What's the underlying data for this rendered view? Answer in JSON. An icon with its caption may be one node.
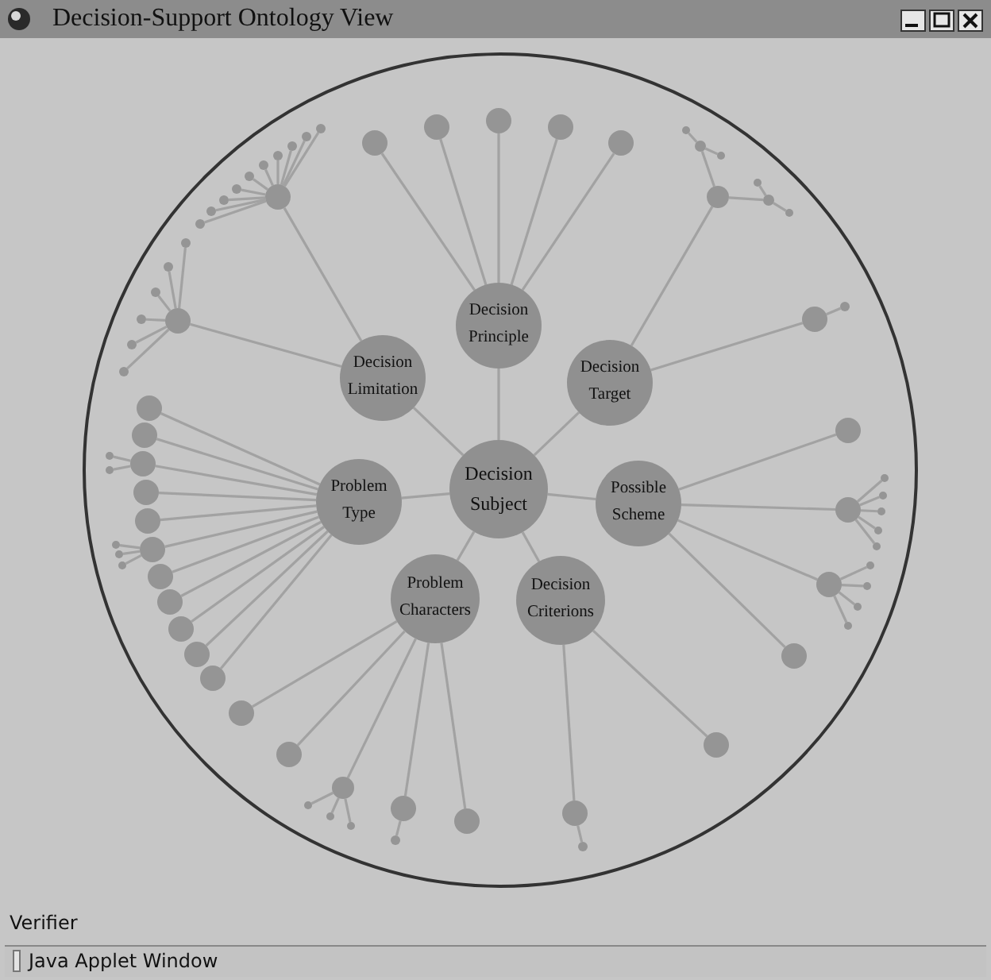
{
  "diagram": {
    "title": "Decision-Support Ontology View",
    "nodes": [
      {
        "text": [
          "Decision Subject"
        ]
      },
      {
        "text": [
          "Decision Principle"
        ]
      },
      {
        "text": [
          "Decision Limitation"
        ]
      },
      {
        "text": [
          "Decision Target"
        ]
      },
      {
        "text": [
          "Problem Type"
        ]
      },
      {
        "text": [
          "Possible Scheme"
        ]
      },
      {
        "text": [
          "Problem Characters"
        ]
      },
      {
        "text": [
          "Decision Criterions"
        ]
      },
      {
        "text": [],
        "shape": "circle"
      },
      {
        "text": [],
        "shape": "circle"
      },
      {
        "text": [],
        "shape": "circle"
      },
      {
        "text": [],
        "shape": "circle"
      },
      {
        "text": [],
        "shape": "circle"
      },
      {
        "text": [],
        "shape": "circle"
      },
      {
        "text": [],
        "shape": "circle"
      },
      {
        "text": [],
        "shape": "circle"
      },
      {
        "text": [],
        "shape": "circle"
      },
      {
        "text": [],
        "shape": "circle"
      },
      {
        "text": [],
        "shape": "circle"
      },
      {
        "text": [],
        "shape": "circle"
      },
      {
        "text": [],
        "shape": "circle"
      },
      {
        "text": [],
        "shape": "circle"
      },
      {
        "text": [],
        "shape": "circle"
      },
      {
        "text": [],
        "shape": "circle"
      },
      {
        "text": [],
        "shape": "circle"
      },
      {
        "text": [],
        "shape": "circle"
      },
      {
        "text": [],
        "shape": "circle"
      },
      {
        "text": [],
        "shape": "circle"
      },
      {
        "text": [],
        "shape": "circle"
      },
      {
        "text": [],
        "shape": "circle"
      },
      {
        "text": [],
        "shape": "circle"
      },
      {
        "text": [],
        "shape": "circle"
      },
      {
        "text": [],
        "shape": "circle"
      },
      {
        "text": [],
        "shape": "circle"
      },
      {
        "text": [],
        "shape": "circle"
      },
      {
        "text": [],
        "shape": "circle"
      },
      {
        "text": [],
        "shape": "circle"
      },
      {
        "text": [],
        "shape": "circle"
      },
      {
        "text": [],
        "shape": "circle"
      },
      {
        "text": [],
        "shape": "circle"
      },
      {
        "text": [],
        "shape": "circle"
      },
      {
        "text": [],
        "shape": "circle"
      },
      {
        "text": [],
        "shape": "circle"
      },
      {
        "text": [],
        "shape": "circle"
      },
      {
        "text": [],
        "shape": "circle"
      },
      {
        "text": [],
        "shape": "circle"
      },
      {
        "text": [],
        "shape": "circle"
      },
      {
        "text": [],
        "shape": "circle"
      },
      {
        "text": [],
        "shape": "circle"
      },
      {
        "text": [],
        "shape": "circle"
      },
      {
        "text": [],
        "shape": "circle"
      },
      {
        "text": [],
        "shape": "circle"
      },
      {
        "text": [],
        "shape": "circle"
      },
      {
        "text": [],
        "shape": "circle"
      },
      {
        "text": [],
        "shape": "circle"
      },
      {
        "text": [],
        "shape": "circle"
      },
      {
        "text": [],
        "shape": "circle"
      },
      {
        "text": [],
        "shape": "circle"
      },
      {
        "text": [],
        "shape": "circle"
      },
      {
        "text": [],
        "shape": "circle"
      },
      {
        "text": [],
        "shape": "circle"
      },
      {
        "text": [],
        "shape": "circle"
      },
      {
        "text": [],
        "shape": "circle"
      },
      {
        "text": [],
        "shape": "circle"
      },
      {
        "text": [],
        "shape": "circle"
      },
      {
        "text": [],
        "shape": "circle"
      },
      {
        "text": [],
        "shape": "circle"
      },
      {
        "text": [],
        "shape": "circle"
      },
      {
        "text": [],
        "shape": "circle"
      },
      {
        "text": [],
        "shape": "circle"
      },
      {
        "text": [],
        "shape": "circle"
      },
      {
        "text": [],
        "shape": "circle"
      },
      {
        "text": [],
        "shape": "circle"
      },
      {
        "text": [],
        "shape": "circle"
      },
      {
        "text": [],
        "shape": "circle"
      },
      {
        "text": [],
        "shape": "circle"
      },
      {
        "text": [],
        "shape": "circle"
      },
      {
        "text": [],
        "shape": "circle"
      },
      {
        "text": [],
        "shape": "circle"
      },
      {
        "text": [],
        "shape": "circle"
      },
      {
        "text": [],
        "shape": "circle"
      }
    ],
    "edges": [
      {
        "from": 0,
        "to": 1,
        "arrow": "none"
      },
      {
        "from": 0,
        "to": 2,
        "arrow": "none"
      },
      {
        "from": 0,
        "to": 3,
        "arrow": "none"
      },
      {
        "from": 0,
        "to": 4,
        "arrow": "none"
      },
      {
        "from": 0,
        "to": 5,
        "arrow": "none"
      },
      {
        "from": 0,
        "to": 6,
        "arrow": "none"
      },
      {
        "from": 0,
        "to": 7,
        "arrow": "none"
      },
      {
        "from": 1,
        "to": 8,
        "arrow": "none"
      },
      {
        "from": 1,
        "to": 9,
        "arrow": "none"
      },
      {
        "from": 1,
        "to": 10,
        "arrow": "none"
      },
      {
        "from": 1,
        "to": 11,
        "arrow": "none"
      },
      {
        "from": 1,
        "to": 12,
        "arrow": "none"
      },
      {
        "from": 2,
        "to": 13,
        "arrow": "none"
      },
      {
        "from": 2,
        "to": 14,
        "arrow": "none"
      },
      {
        "from": 13,
        "to": 15,
        "arrow": "none"
      },
      {
        "from": 13,
        "to": 16,
        "arrow": "none"
      },
      {
        "from": 13,
        "to": 17,
        "arrow": "none"
      },
      {
        "from": 13,
        "to": 18,
        "arrow": "none"
      },
      {
        "from": 13,
        "to": 19,
        "arrow": "none"
      },
      {
        "from": 13,
        "to": 20,
        "arrow": "none"
      },
      {
        "from": 13,
        "to": 21,
        "arrow": "none"
      },
      {
        "from": 13,
        "to": 22,
        "arrow": "none"
      },
      {
        "from": 13,
        "to": 23,
        "arrow": "none"
      },
      {
        "from": 13,
        "to": 24,
        "arrow": "none"
      },
      {
        "from": 14,
        "to": 25,
        "arrow": "none"
      },
      {
        "from": 14,
        "to": 26,
        "arrow": "none"
      },
      {
        "from": 14,
        "to": 27,
        "arrow": "none"
      },
      {
        "from": 14,
        "to": 28,
        "arrow": "none"
      },
      {
        "from": 14,
        "to": 29,
        "arrow": "none"
      },
      {
        "from": 14,
        "to": 30,
        "arrow": "none"
      },
      {
        "from": 3,
        "to": 31,
        "arrow": "none"
      },
      {
        "from": 31,
        "to": 32,
        "arrow": "none"
      },
      {
        "from": 32,
        "to": 33,
        "arrow": "none"
      },
      {
        "from": 32,
        "to": 34,
        "arrow": "none"
      },
      {
        "from": 31,
        "to": 35,
        "arrow": "none"
      },
      {
        "from": 35,
        "to": 36,
        "arrow": "none"
      },
      {
        "from": 35,
        "to": 37,
        "arrow": "none"
      },
      {
        "from": 3,
        "to": 38,
        "arrow": "none"
      },
      {
        "from": 38,
        "to": 39,
        "arrow": "none"
      },
      {
        "from": 5,
        "to": 40,
        "arrow": "none"
      },
      {
        "from": 5,
        "to": 41,
        "arrow": "none"
      },
      {
        "from": 41,
        "to": 42,
        "arrow": "none"
      },
      {
        "from": 41,
        "to": 43,
        "arrow": "none"
      },
      {
        "from": 41,
        "to": 44,
        "arrow": "none"
      },
      {
        "from": 41,
        "to": 45,
        "arrow": "none"
      },
      {
        "from": 41,
        "to": 46,
        "arrow": "none"
      },
      {
        "from": 5,
        "to": 47,
        "arrow": "none"
      },
      {
        "from": 47,
        "to": 48,
        "arrow": "none"
      },
      {
        "from": 47,
        "to": 49,
        "arrow": "none"
      },
      {
        "from": 47,
        "to": 50,
        "arrow": "none"
      },
      {
        "from": 47,
        "to": 51,
        "arrow": "none"
      },
      {
        "from": 5,
        "to": 52,
        "arrow": "none"
      },
      {
        "from": 7,
        "to": 53,
        "arrow": "none"
      },
      {
        "from": 7,
        "to": 54,
        "arrow": "none"
      },
      {
        "from": 54,
        "to": 55,
        "arrow": "none"
      },
      {
        "from": 6,
        "to": 56,
        "arrow": "none"
      },
      {
        "from": 6,
        "to": 57,
        "arrow": "none"
      },
      {
        "from": 6,
        "to": 58,
        "arrow": "none"
      },
      {
        "from": 58,
        "to": 59,
        "arrow": "none"
      },
      {
        "from": 58,
        "to": 60,
        "arrow": "none"
      },
      {
        "from": 58,
        "to": 61,
        "arrow": "none"
      },
      {
        "from": 6,
        "to": 62,
        "arrow": "none"
      },
      {
        "from": 62,
        "to": 63,
        "arrow": "none"
      },
      {
        "from": 6,
        "to": 64,
        "arrow": "none"
      },
      {
        "from": 4,
        "to": 65,
        "arrow": "none"
      },
      {
        "from": 4,
        "to": 66,
        "arrow": "none"
      },
      {
        "from": 4,
        "to": 67,
        "arrow": "none"
      },
      {
        "from": 4,
        "to": 68,
        "arrow": "none"
      },
      {
        "from": 4,
        "to": 69,
        "arrow": "none"
      },
      {
        "from": 4,
        "to": 70,
        "arrow": "none"
      },
      {
        "from": 4,
        "to": 71,
        "arrow": "none"
      },
      {
        "from": 4,
        "to": 72,
        "arrow": "none"
      },
      {
        "from": 4,
        "to": 73,
        "arrow": "none"
      },
      {
        "from": 4,
        "to": 74,
        "arrow": "none"
      },
      {
        "from": 4,
        "to": 75,
        "arrow": "none"
      },
      {
        "from": 67,
        "to": 76,
        "arrow": "none"
      },
      {
        "from": 67,
        "to": 77,
        "arrow": "none"
      },
      {
        "from": 70,
        "to": 78,
        "arrow": "none"
      },
      {
        "from": 70,
        "to": 79,
        "arrow": "none"
      },
      {
        "from": 70,
        "to": 80,
        "arrow": "none"
      }
    ],
    "labels": [
      "Verifier",
      "Java Applet Window"
    ]
  }
}
